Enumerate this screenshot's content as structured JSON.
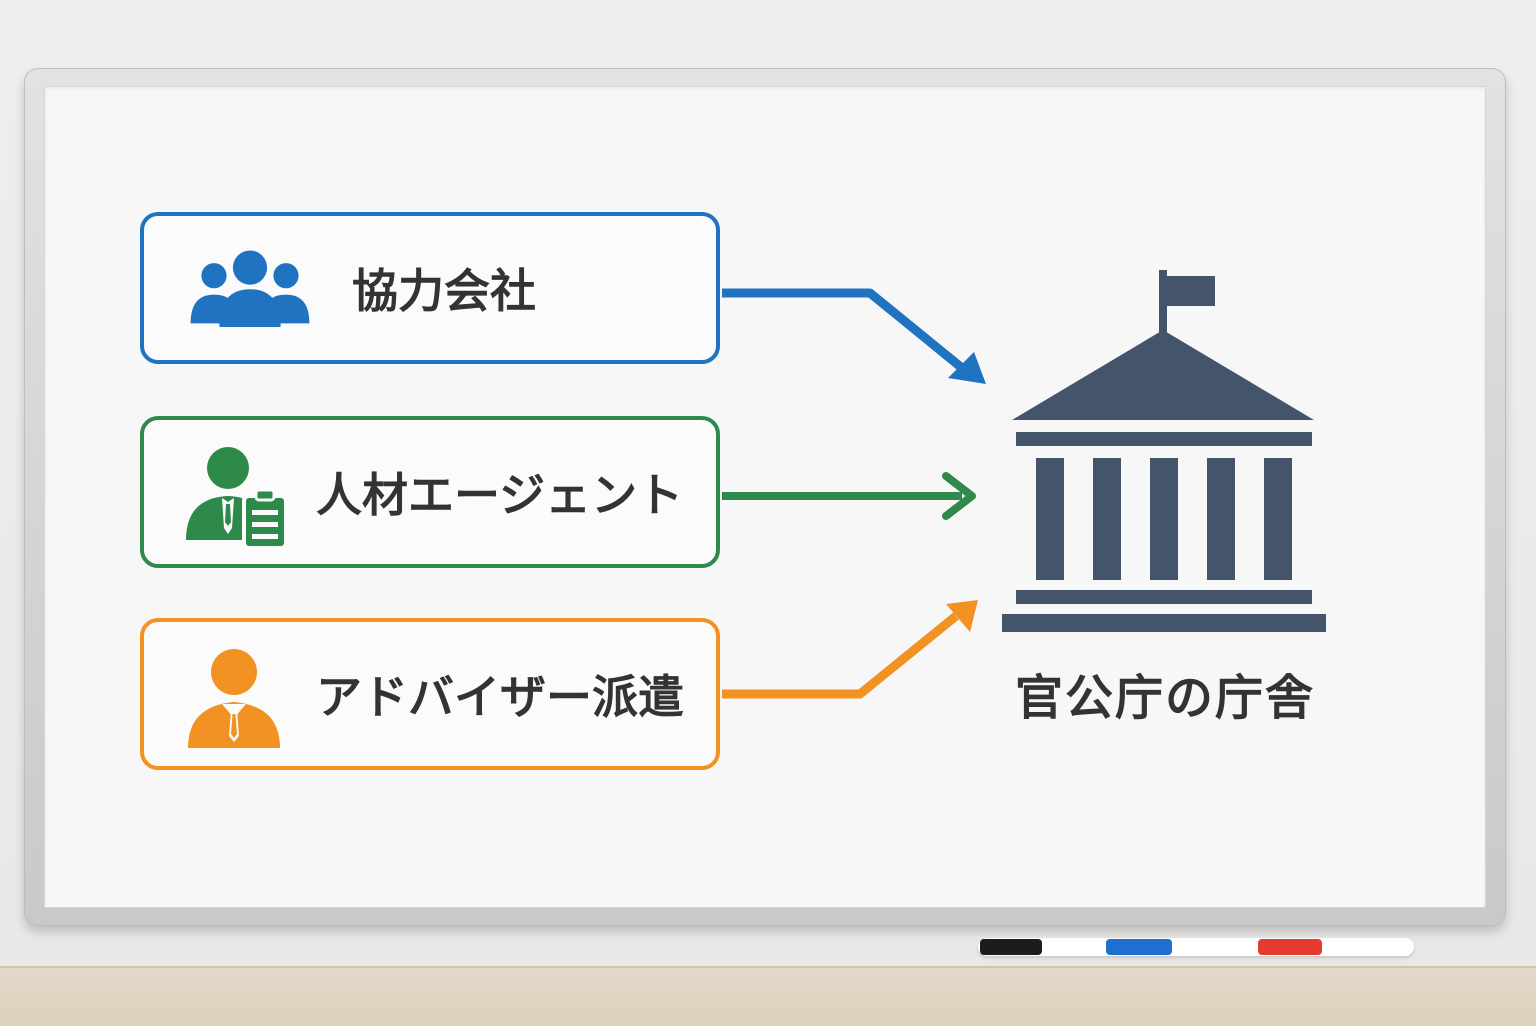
{
  "nodes": {
    "partner": {
      "label": "協力会社",
      "icon": "group-people-icon",
      "color": "#1f73c0"
    },
    "agent": {
      "label": "人材エージェント",
      "icon": "recruiter-clipboard-icon",
      "color": "#2e8a4a"
    },
    "advisor": {
      "label": "アドバイザー派遣",
      "icon": "businessperson-icon",
      "color": "#f29222"
    }
  },
  "target": {
    "label": "官公庁の庁舎",
    "icon": "government-building-icon",
    "color": "#44546a"
  },
  "markers": [
    {
      "name": "black-marker",
      "color": "#1c1c1c"
    },
    {
      "name": "blue-marker",
      "color": "#1f6fd0"
    },
    {
      "name": "red-marker",
      "color": "#e43a2f"
    }
  ]
}
